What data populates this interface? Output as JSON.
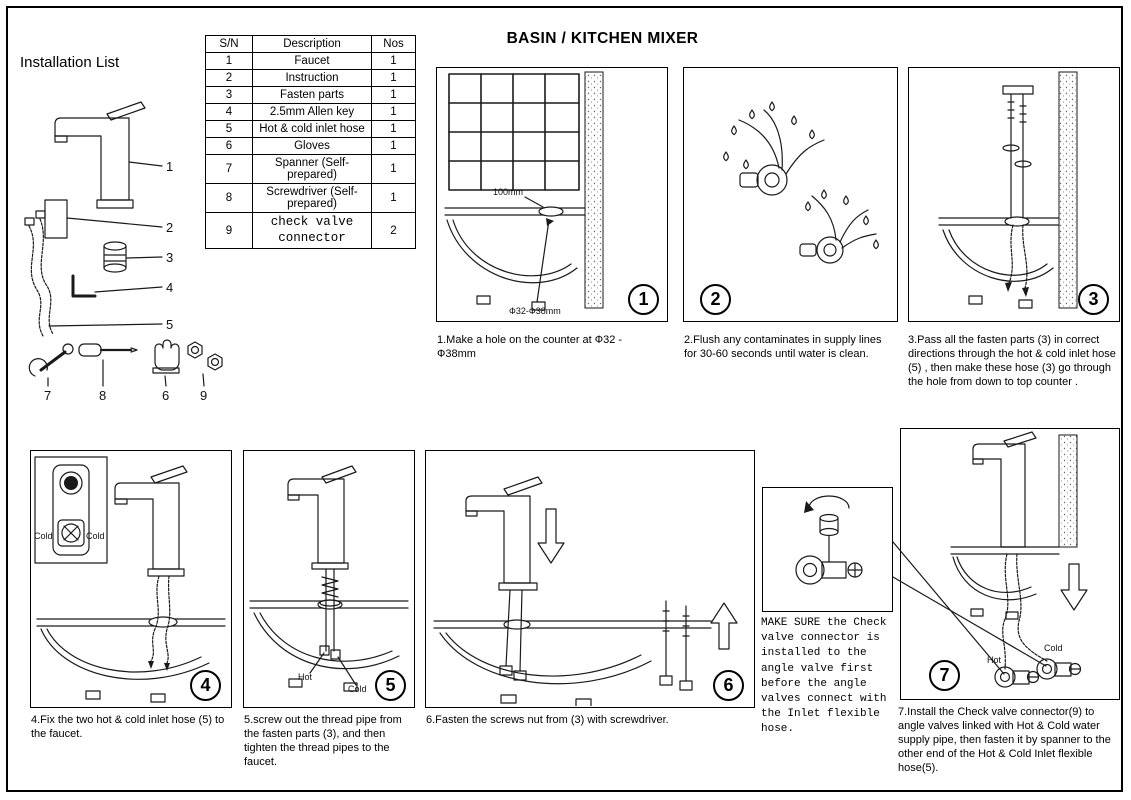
{
  "page": {
    "title": "BASIN / KITCHEN MIXER",
    "installation_list_title": "Installation List"
  },
  "parts_table": {
    "headers": {
      "sn": "S/N",
      "description": "Description",
      "nos": "Nos"
    },
    "rows": [
      {
        "sn": "1",
        "description": "Faucet",
        "nos": "1"
      },
      {
        "sn": "2",
        "description": "Instruction",
        "nos": "1"
      },
      {
        "sn": "3",
        "description": "Fasten parts",
        "nos": "1"
      },
      {
        "sn": "4",
        "description": "2.5mm Allen key",
        "nos": "1"
      },
      {
        "sn": "5",
        "description": "Hot & cold inlet hose",
        "nos": "1"
      },
      {
        "sn": "6",
        "description": "Gloves",
        "nos": "1"
      },
      {
        "sn": "7",
        "description": "Spanner (Self-prepared)",
        "nos": "1"
      },
      {
        "sn": "8",
        "description": "Screwdriver (Self-prepared)",
        "nos": "1"
      },
      {
        "sn": "9",
        "description": "check valve connector",
        "nos": "2"
      }
    ]
  },
  "exploded": {
    "labels": [
      "1",
      "2",
      "3",
      "4",
      "5",
      "6",
      "7",
      "8",
      "9"
    ]
  },
  "steps": [
    {
      "number": "1",
      "caption": "1.Make a hole on the counter at Ф32 - Ф38mm",
      "labels": {
        "dim1": "100mm",
        "dim2": "Ф32-Ф38mm"
      }
    },
    {
      "number": "2",
      "caption": "2.Flush any contaminates in supply lines for 30-60 seconds until water is clean."
    },
    {
      "number": "3",
      "caption": "3.Pass all the fasten parts (3) in correct directions through the hot & cold inlet hose (5) , then make these hose (3) go through the hole from down to top counter ."
    },
    {
      "number": "4",
      "caption": "4.Fix the two hot & cold inlet hose (5) to the faucet.",
      "labels": {
        "left": "Cold",
        "right": "Cold"
      }
    },
    {
      "number": "5",
      "caption": "5.screw out the thread pipe from the fasten parts (3), and then tighten the thread pipes to the faucet.",
      "labels": {
        "hot": "Hot",
        "cold": "Cold"
      }
    },
    {
      "number": "6",
      "caption": "6.Fasten the screws nut from (3) with screwdriver."
    },
    {
      "number": "7",
      "caption": "7.Install the Check valve connector(9) to angle valves linked with Hot & Cold water supply pipe, then fasten it by spanner to the other end of the Hot & Cold Inlet flexible hose(5).",
      "labels": {
        "hot": "Hot",
        "cold": "Cold"
      }
    }
  ],
  "note": {
    "text": "MAKE SURE the Check valve connector is installed to the angle valve first before the angle valves connect with the Inlet flexible hose."
  }
}
